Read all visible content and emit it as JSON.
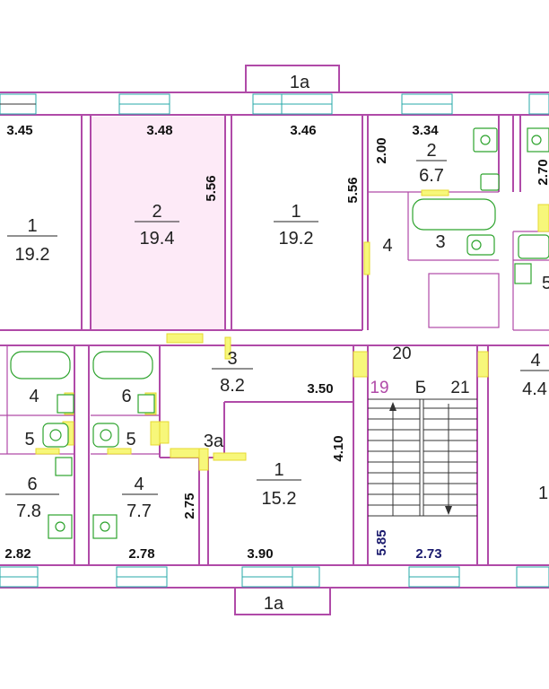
{
  "balconies": {
    "top": "1a",
    "bottom": "1a"
  },
  "rooms": {
    "r1_left": {
      "num": "1",
      "area": "19.2"
    },
    "r2_top": {
      "num": "2",
      "area": "19.4"
    },
    "r1_mid": {
      "num": "1",
      "area": "19.2"
    },
    "r2_right": {
      "num": "2",
      "area": "6.7"
    },
    "r3_bath": {
      "num": "3"
    },
    "r4_hall": {
      "num": "4"
    },
    "r5_right": {
      "num": "5"
    },
    "r4_left_bath": {
      "num": "4"
    },
    "r5_left": {
      "num": "5"
    },
    "r6_left": {
      "num": "6",
      "area": "7.8"
    },
    "r6_bath": {
      "num": "6"
    },
    "r5_mid": {
      "num": "5"
    },
    "r4_kitchen": {
      "num": "4",
      "area": "7.7"
    },
    "r3_hall": {
      "num": "3",
      "area": "8.2"
    },
    "r3a": {
      "num": "3a"
    },
    "r1_bottom": {
      "num": "1",
      "area": "15.2"
    },
    "r4_right": {
      "num": "4",
      "area": "4.4"
    },
    "r1_right_partial": {
      "num": "1"
    }
  },
  "dimensions": {
    "d345": "3.45",
    "d348": "3.48",
    "d346": "3.46",
    "d334": "3.34",
    "d556a": "5.56",
    "d556b": "5.56",
    "d200": "2.00",
    "d270": "2.70",
    "d350": "3.50",
    "d410": "4.10",
    "d275": "2.75",
    "d282": "2.82",
    "d278": "2.78",
    "d390": "3.90",
    "d585": "5.85",
    "d273": "2.73"
  },
  "stairwell": {
    "n20": "20",
    "n19": "19",
    "label": "Б",
    "n21": "21"
  }
}
